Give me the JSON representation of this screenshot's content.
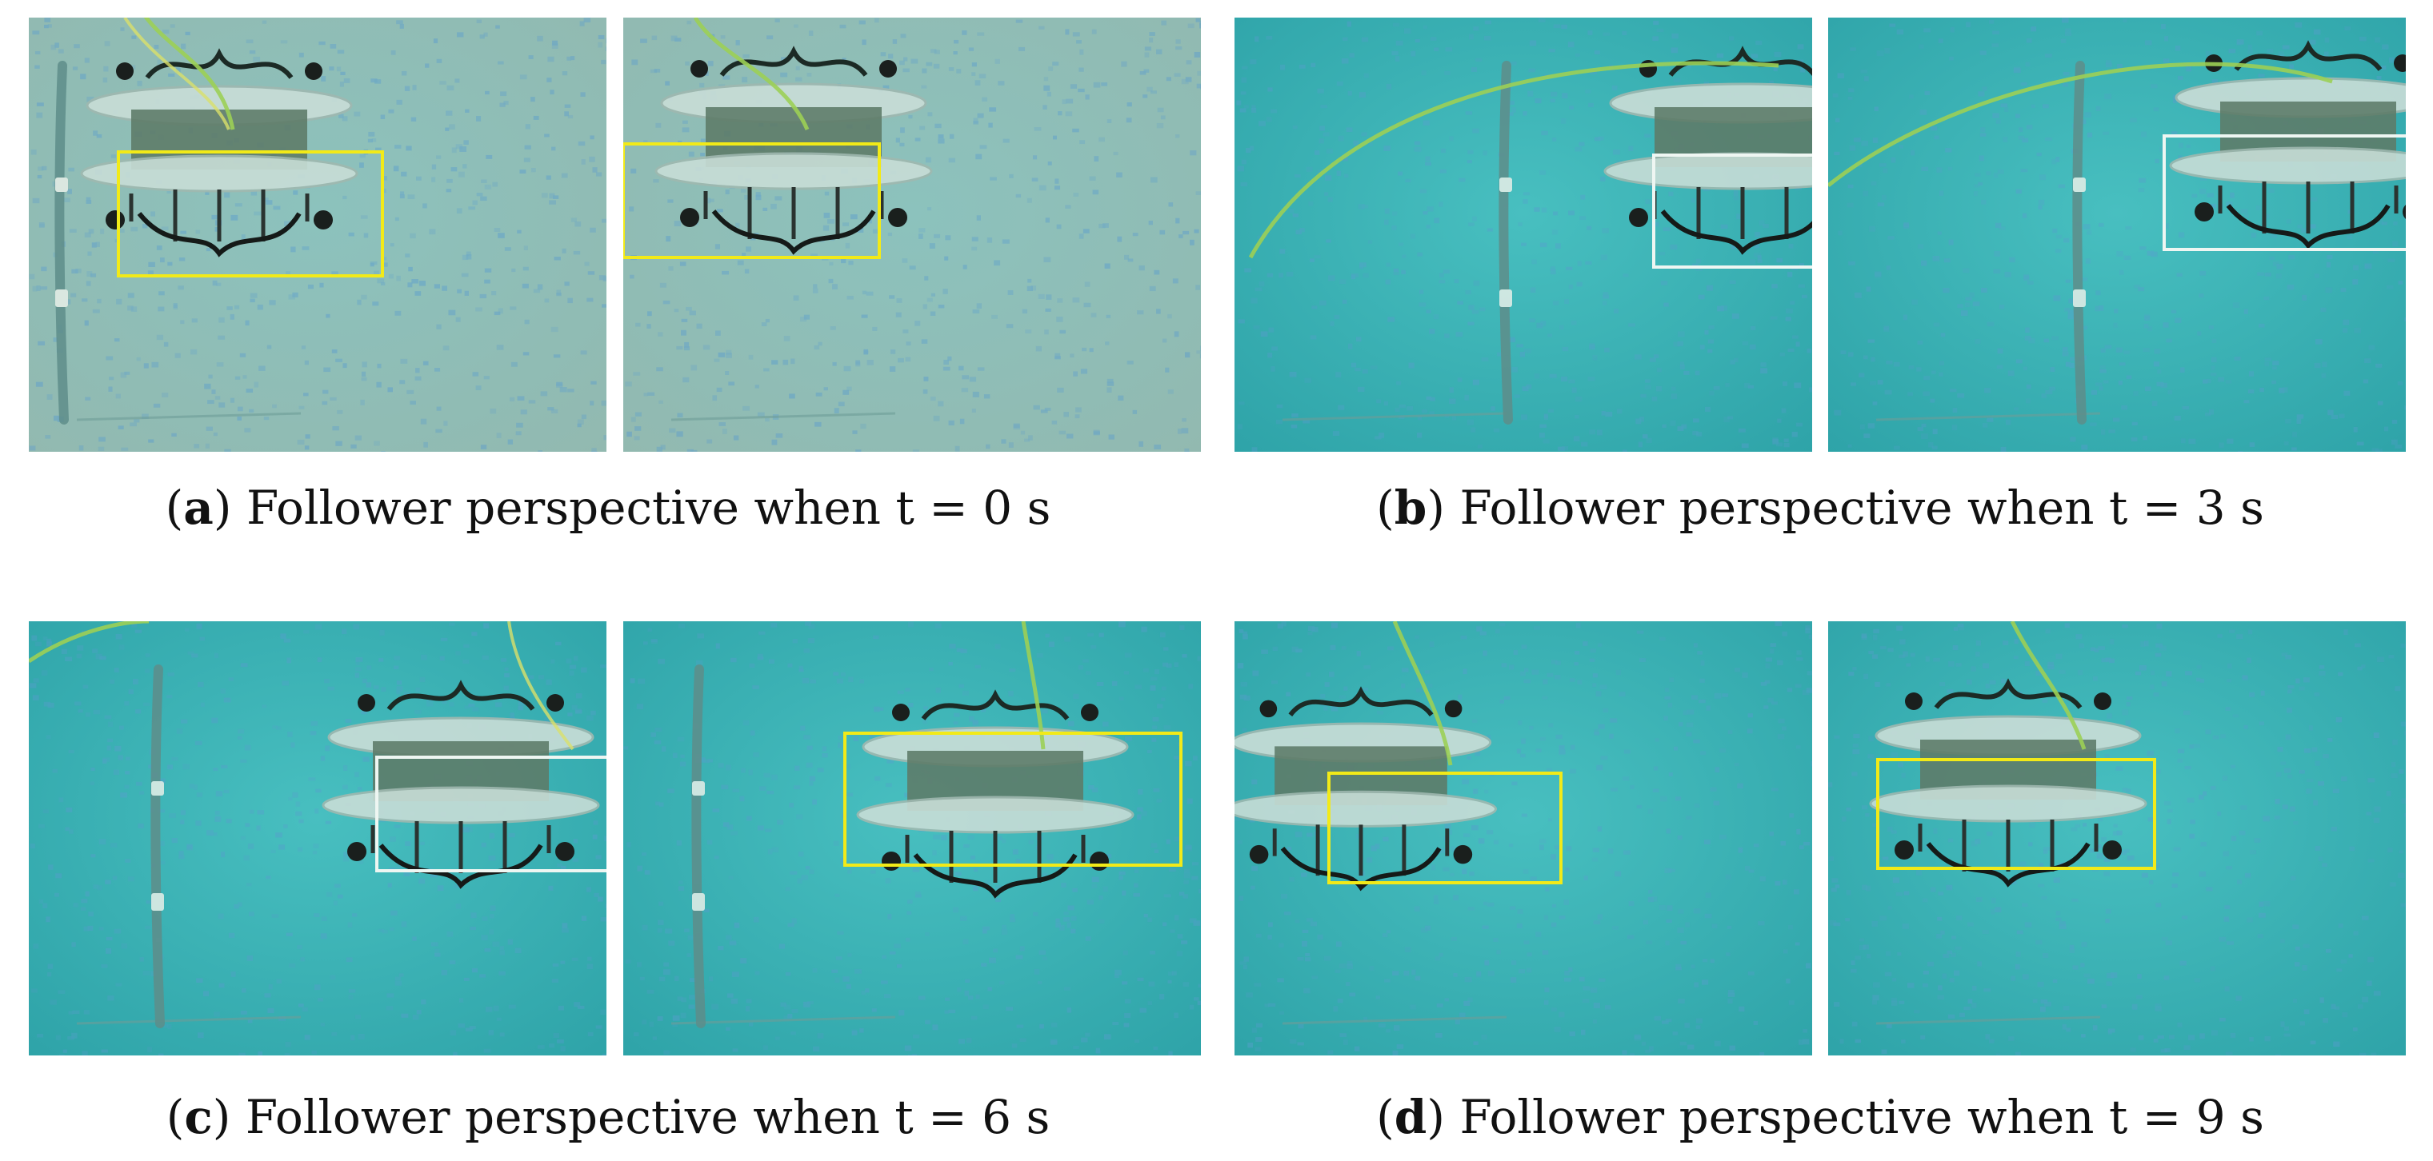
{
  "subfigures": [
    {
      "letter": "a",
      "caption": "Follower perspective when t = 0 s",
      "panels": [
        {
          "style": "pale",
          "box_color": "#f2ea18"
        },
        {
          "style": "pale",
          "box_color": "#f2ea18"
        }
      ]
    },
    {
      "letter": "b",
      "caption": "Follower perspective when t = 3 s",
      "panels": [
        {
          "style": "teal",
          "box_color": "#eef6f2"
        },
        {
          "style": "teal",
          "box_color": "#eef6f2"
        }
      ]
    },
    {
      "letter": "c",
      "caption": "Follower perspective when t = 6 s",
      "panels": [
        {
          "style": "teal",
          "box_color": "#eef6f2"
        },
        {
          "style": "teal",
          "box_color": "#f2ea18"
        }
      ]
    },
    {
      "letter": "d",
      "caption": "Follower perspective when t = 9 s",
      "panels": [
        {
          "style": "teal",
          "box_color": "#f2ea18"
        },
        {
          "style": "teal",
          "box_color": "#f2ea18"
        }
      ]
    }
  ],
  "colors": {
    "water_pale": "#7fb9b4",
    "water_teal": "#3fb3b6",
    "dots": "#5a9ccf",
    "robot_plate": "#c8ddd6",
    "robot_body": "#3b5a44",
    "cable": "#9ccf55"
  }
}
